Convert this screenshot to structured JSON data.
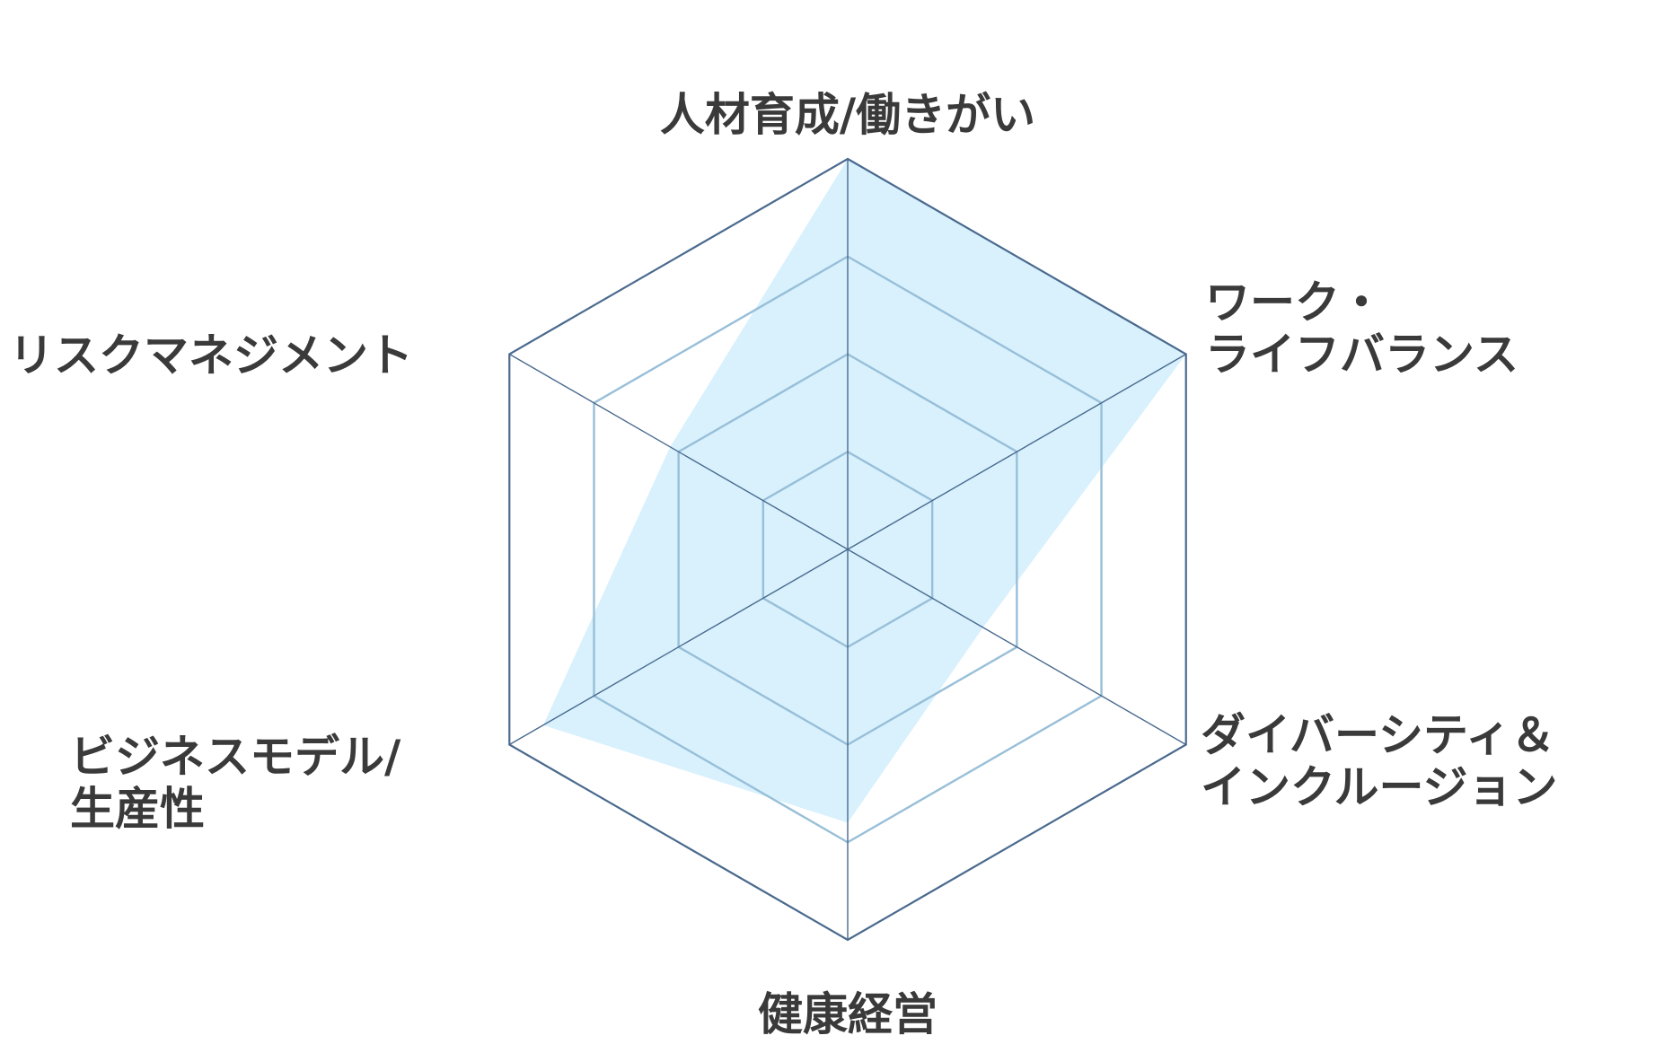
{
  "chart_data": {
    "type": "radar",
    "axes": [
      {
        "label_lines": [
          "人材育成/働きがい"
        ],
        "value": 4
      },
      {
        "label_lines": [
          "ワーク・",
          "ライフバランス"
        ],
        "value": 4
      },
      {
        "label_lines": [
          "ダイバーシティ＆",
          "インクルージョン"
        ],
        "value": 1.6
      },
      {
        "label_lines": [
          "健康経営"
        ],
        "value": 2.8
      },
      {
        "label_lines": [
          "ビジネスモデル/",
          "生産性"
        ],
        "value": 3.6
      },
      {
        "label_lines": [
          "リスクマネジメント"
        ],
        "value": 2.1
      }
    ],
    "scale_max": 4,
    "rings": 4,
    "grid": true,
    "legend": "none",
    "colors": {
      "fill": "#d8f1fd",
      "outer_ring": "#4a6a8e",
      "inner_ring": "#98bfd8",
      "spoke": "#4a6a8e",
      "label": "#3a3a3a"
    }
  }
}
